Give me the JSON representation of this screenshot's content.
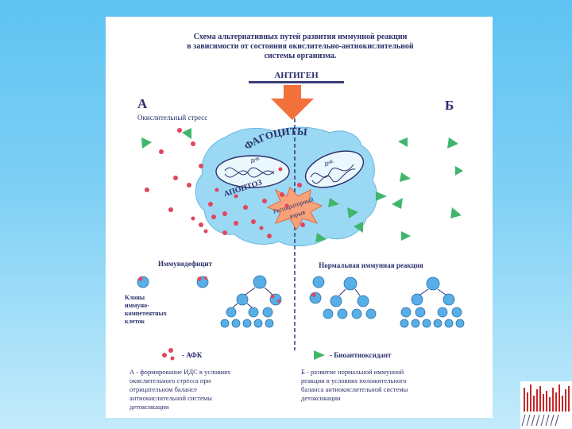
{
  "title": {
    "line1": "Схема альтернативных путей развития иммунной реакции",
    "line2": "в зависимости от состояния окислительно-антиокислительной",
    "line3": "системы организма."
  },
  "antigen_label": "АНТИГЕН",
  "side_a": {
    "letter": "А",
    "subtitle": "Окислительный стресс"
  },
  "side_b": {
    "letter": "Б"
  },
  "phagocyte_label": "ФАГОЦИТЫ",
  "nucleus_left": {
    "dna_label": "ДНК",
    "apoptosis_label": "АПОПТОЗ"
  },
  "nucleus_right": {
    "dna_label": "ДНК"
  },
  "burst": {
    "line1": "Респираторный",
    "line2": "взрыв"
  },
  "immunodeficiency_label": "Иммунодефицит",
  "normal_response_label": "Нормальная иммунная реакция",
  "clones_label": [
    "Клоны",
    "иммуно-",
    "компетентных",
    "клеток"
  ],
  "legend": {
    "afk": "- АФК",
    "bioantioxidant": "- Биоантиоксидант"
  },
  "caption_a": {
    "line1": "А - формирование ИДС в условиях",
    "line2": "окислительного стресса при",
    "line3": "отрицательном балансе",
    "line4": "антиокислительной системы",
    "line5": "детоксикации"
  },
  "caption_b": {
    "line1": "Б - развитие нормальной иммунной",
    "line2": "реакции в условиях положительного",
    "line3": "баланса антиокислительной системы",
    "line4": "детоксикации"
  },
  "colors": {
    "ros_red": "#e2455e",
    "antioxidant_green": "#3fb66b",
    "phagocyte_blue": "#9ad8f3",
    "cell_blue": "#58aee6",
    "antigen_arrow": "#f2703a",
    "burst_orange": "#f7a27a"
  }
}
